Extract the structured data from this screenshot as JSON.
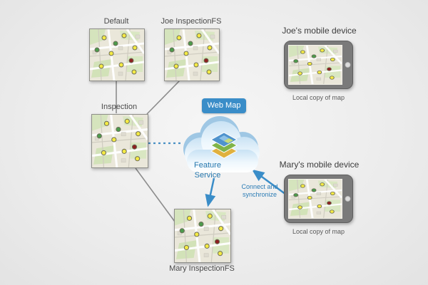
{
  "diagram": {
    "nodes": {
      "default_map": {
        "label": "Default"
      },
      "joe_fs": {
        "label": "Joe InspectionFS"
      },
      "inspection": {
        "label": "Inspection"
      },
      "mary_fs": {
        "label": "Mary InspectionFS"
      },
      "web_map": {
        "label": "Web Map"
      },
      "feature_service": {
        "label": "Feature Service"
      },
      "joe_device": {
        "label": "Joe's mobile device",
        "caption": "Local copy of map"
      },
      "mary_device": {
        "label": "Mary's mobile device",
        "caption": "Local copy of map"
      }
    },
    "edges": {
      "connect_sync": {
        "label": "Connect and synchronize"
      }
    },
    "colors": {
      "background": "#ededed",
      "accent_blue": "#3a8dc8",
      "feature_service_text": "#2577ad",
      "connector_gray": "#8c8c8c",
      "map_base": "#eae7da",
      "map_green": "#d2e2b8",
      "dot_yellow": "#f4ea43",
      "dot_green": "#4c9b4c",
      "dot_red": "#8e2020",
      "tablet_gray": "#7a7a7a"
    }
  }
}
